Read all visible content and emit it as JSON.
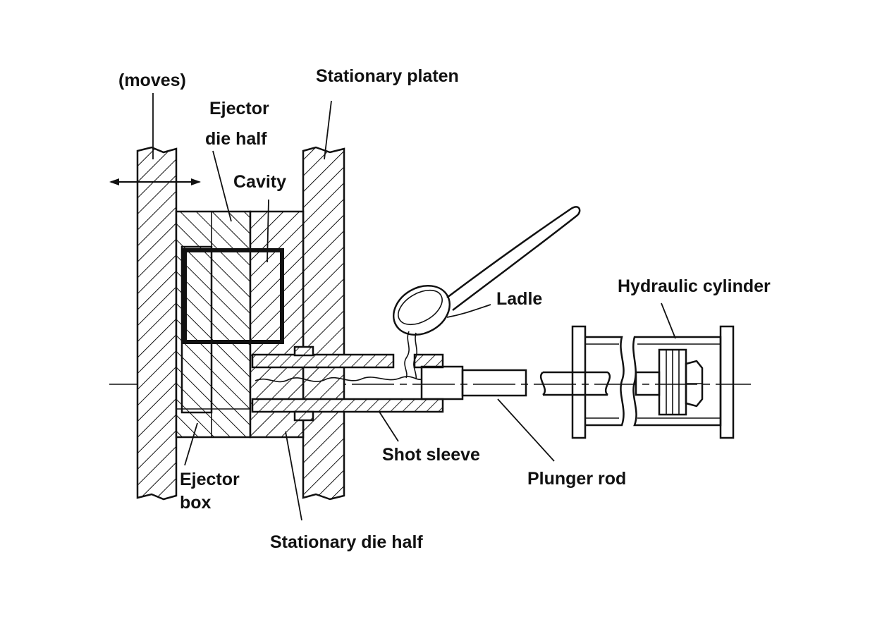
{
  "labels": {
    "moves": "(moves)",
    "stationary_platen": "Stationary platen",
    "ejector_die_half_line1": "Ejector",
    "ejector_die_half_line2": "die half",
    "cavity": "Cavity",
    "ladle": "Ladle",
    "hydraulic_cylinder": "Hydraulic cylinder",
    "shot_sleeve": "Shot sleeve",
    "plunger_rod": "Plunger rod",
    "ejector_box_line1": "Ejector",
    "ejector_box_line2": "box",
    "stationary_die_half": "Stationary die half"
  },
  "colors": {
    "ink": "#111111",
    "background": "#ffffff"
  }
}
